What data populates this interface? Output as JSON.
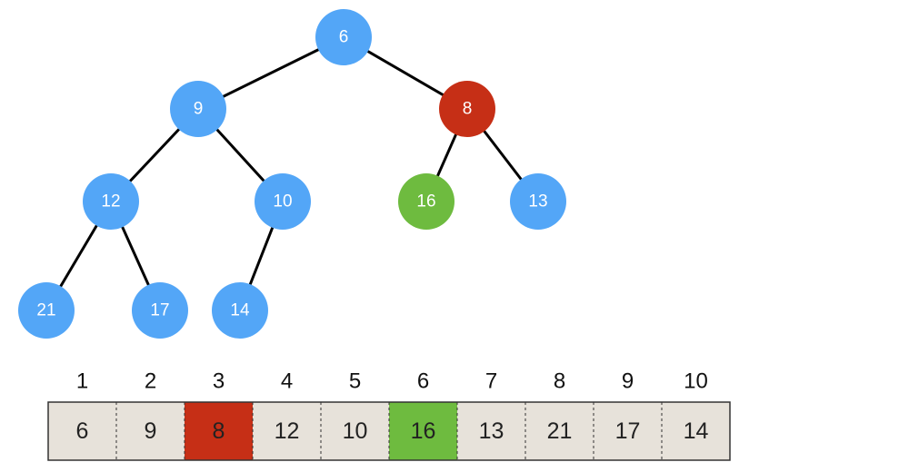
{
  "colors": {
    "default_node": "#53a6f7",
    "current_node": "#c62f16",
    "child_node": "#6ebb3f",
    "array_cell": "#e7e2da",
    "current_cell": "#c62f16",
    "child_cell": "#6ebb3f"
  },
  "tree": {
    "nodes": [
      {
        "value": "6",
        "state": "default"
      },
      {
        "value": "9",
        "state": "default"
      },
      {
        "value": "8",
        "state": "current"
      },
      {
        "value": "12",
        "state": "default"
      },
      {
        "value": "10",
        "state": "default"
      },
      {
        "value": "16",
        "state": "child"
      },
      {
        "value": "13",
        "state": "default"
      },
      {
        "value": "21",
        "state": "default"
      },
      {
        "value": "17",
        "state": "default"
      },
      {
        "value": "14",
        "state": "default"
      }
    ],
    "edges": [
      [
        0,
        1
      ],
      [
        0,
        2
      ],
      [
        1,
        3
      ],
      [
        1,
        4
      ],
      [
        2,
        5
      ],
      [
        2,
        6
      ],
      [
        3,
        7
      ],
      [
        3,
        8
      ],
      [
        4,
        9
      ]
    ]
  },
  "array": {
    "indices": [
      "1",
      "2",
      "3",
      "4",
      "5",
      "6",
      "7",
      "8",
      "9",
      "10"
    ],
    "cells": [
      {
        "value": "6",
        "state": "default"
      },
      {
        "value": "9",
        "state": "default"
      },
      {
        "value": "8",
        "state": "current"
      },
      {
        "value": "12",
        "state": "default"
      },
      {
        "value": "10",
        "state": "default"
      },
      {
        "value": "16",
        "state": "child"
      },
      {
        "value": "13",
        "state": "default"
      },
      {
        "value": "21",
        "state": "default"
      },
      {
        "value": "17",
        "state": "default"
      },
      {
        "value": "14",
        "state": "default"
      }
    ]
  }
}
